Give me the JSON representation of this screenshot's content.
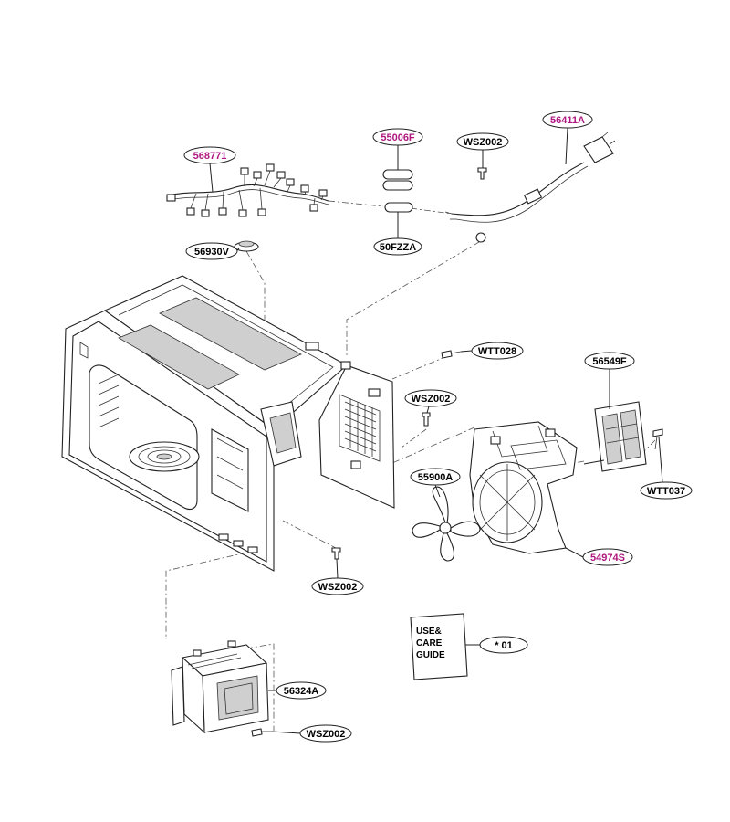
{
  "colors": {
    "highlight": "#b0177e",
    "normal": "#000000",
    "line": "#222222"
  },
  "labels": {
    "568771": "568771",
    "55006F": "55006F",
    "WSZ002_top": "WSZ002",
    "56411A": "56411A",
    "56930V": "56930V",
    "50FZZA": "50FZZA",
    "WTT028": "WTT028",
    "WSZ002_mid": "WSZ002",
    "56549F": "56549F",
    "55900A": "55900A",
    "WTT037": "WTT037",
    "54974S": "54974S",
    "WSZ002_low": "WSZ002",
    "56324A": "56324A",
    "WSZ002_bottom": "WSZ002",
    "manual_ref": "* 01"
  },
  "guide": {
    "line1": "USE&",
    "line2": "CARE",
    "line3": "GUIDE"
  }
}
